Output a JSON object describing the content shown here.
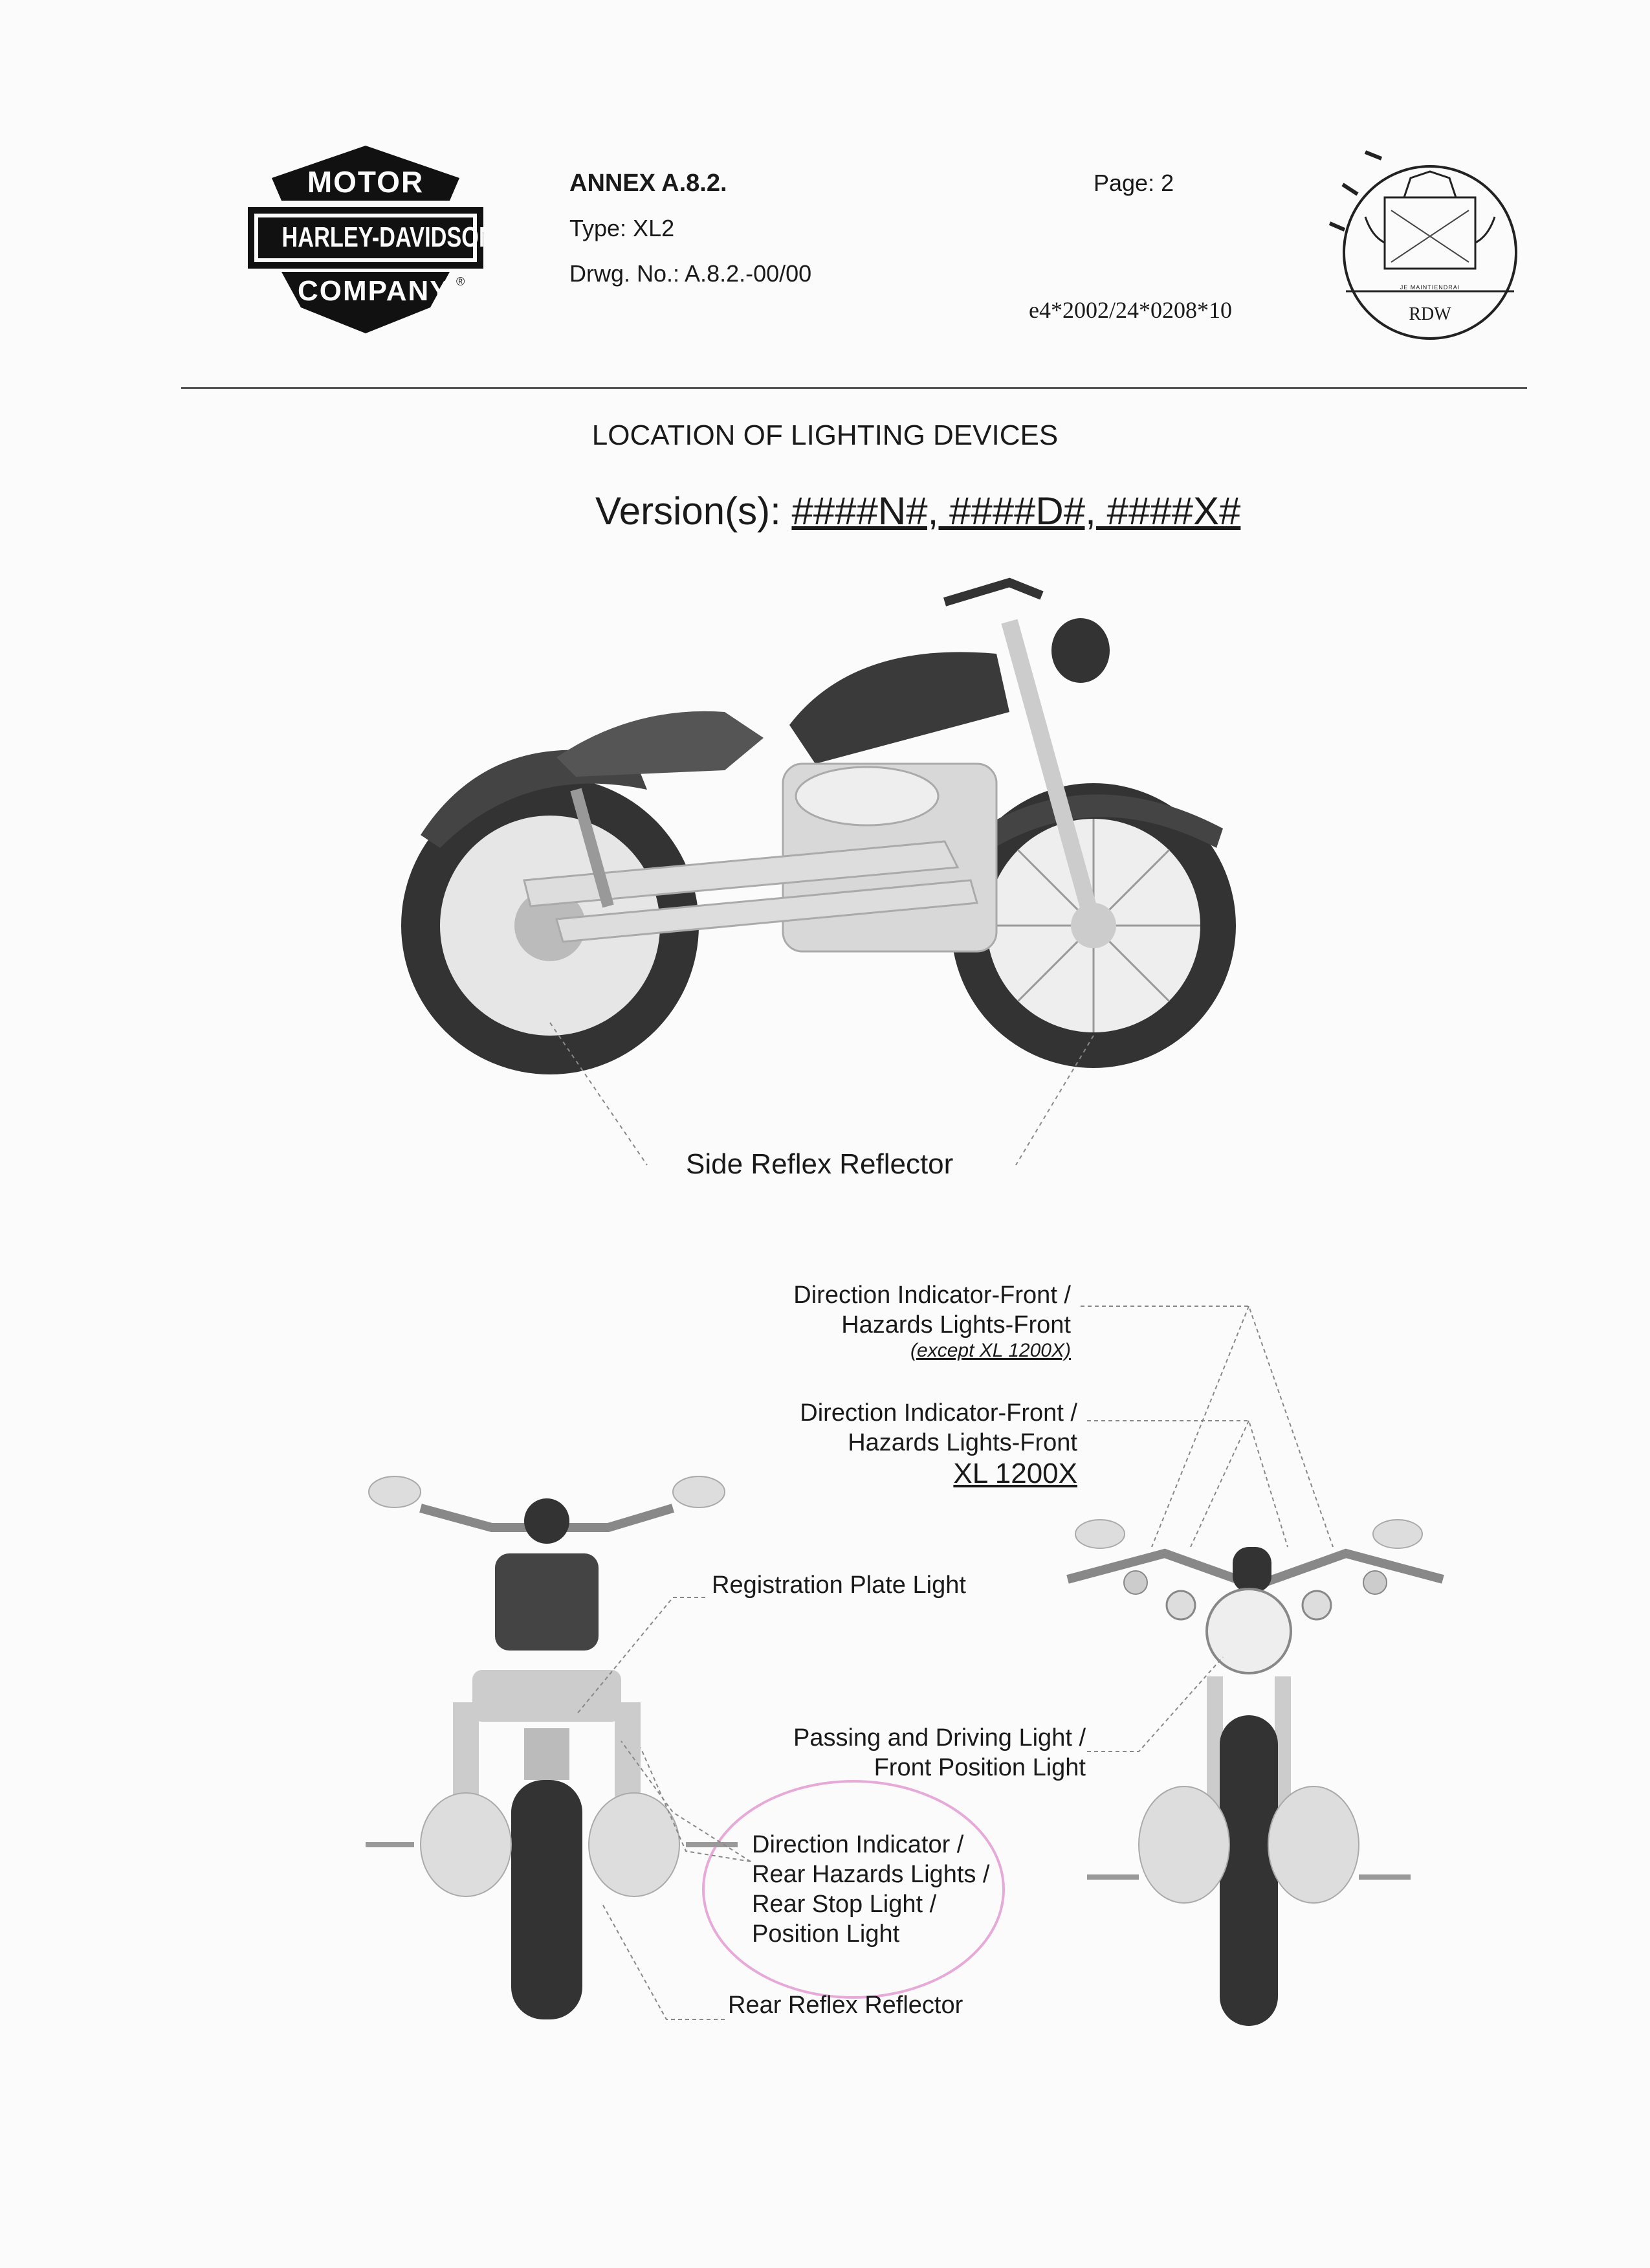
{
  "logo": {
    "top": "MOTOR",
    "middle": "HARLEY-DAVIDSON",
    "bottom": "COMPANY",
    "registered": "®"
  },
  "header": {
    "annex": "ANNEX A.8.2.",
    "type": "Type: XL2",
    "drawing_no": "Drwg. No.: A.8.2.-00/00",
    "page": "Page:  2",
    "approval_no": "e4*2002/24*0208*10"
  },
  "stamp": {
    "motto": "JE MAINTIENDRAI",
    "name": "RDW"
  },
  "title": "LOCATION OF LIGHTING DEVICES",
  "versions": {
    "prefix": "Version(s):",
    "list": "####N#, ####D#, ####X#"
  },
  "side_view": {
    "label": "Side Reflex Reflector"
  },
  "rear_view": {
    "registration_plate_light": "Registration Plate Light",
    "direction_indicator_lines": [
      "Direction Indicator /",
      "Rear Hazards Lights /",
      "Rear Stop Light /",
      "Position Light"
    ],
    "rear_reflex_reflector": "Rear Reflex Reflector"
  },
  "front_view": {
    "indicator_front_lines": [
      "Direction Indicator-Front /",
      "Hazards Lights-Front"
    ],
    "indicator_front_note": "(except XL 1200X)",
    "indicator_front_x_lines": [
      "Direction Indicator-Front /",
      "Hazards Lights-Front"
    ],
    "indicator_front_x_model": "XL 1200X",
    "passing_lines": [
      "Passing and Driving Light /",
      "Front Position Light"
    ]
  }
}
